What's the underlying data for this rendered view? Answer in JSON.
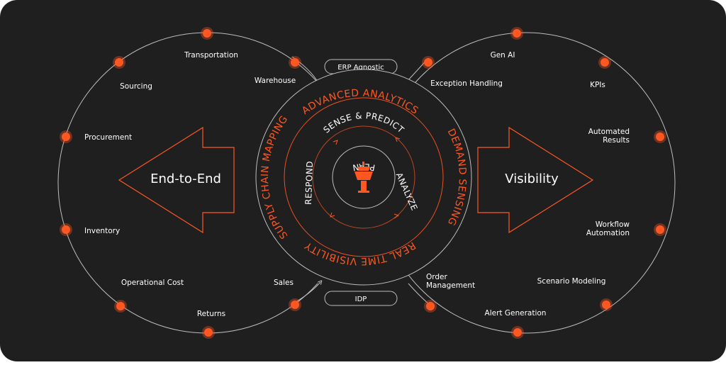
{
  "colors": {
    "background": "#1f1f1f",
    "accent": "#ff5722",
    "accent_dark": "#e8481a",
    "line": "#bdbdbd",
    "text": "#ffffff"
  },
  "left_loop": {
    "arrow_label": "End-to-End",
    "nodes": [
      "Transportation",
      "Warehouse",
      "Sourcing",
      "Procurement",
      "Inventory",
      "Operational Cost",
      "Sales",
      "Returns"
    ]
  },
  "right_loop": {
    "arrow_label": "Visibility",
    "nodes": [
      "Gen AI",
      "Exception Handling",
      "KPIs",
      "Automated Results",
      "Workflow Automation",
      "Scenario Modeling",
      "Order Management",
      "Alert Generation"
    ]
  },
  "pills": {
    "top": "ERP Agnostic",
    "bottom": "IDP"
  },
  "outer_ring": [
    "ADVANCED ANALYTICS",
    "DEMAND SENSING",
    "REAL TIME VISIBILITY",
    "SUPPLY CHAIN MAPPING"
  ],
  "inner_ring": [
    "SENSE & PREDICT",
    "ANALYZE",
    "PLAN",
    "RESPOND"
  ],
  "center_icon": "control-tower-icon"
}
